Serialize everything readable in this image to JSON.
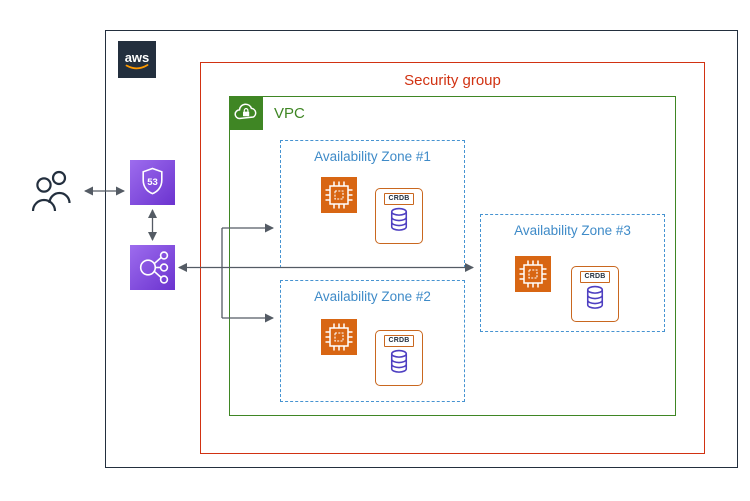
{
  "diagram": {
    "aws_logo": "aws",
    "security_group": {
      "label": "Security group",
      "color": "#d13212"
    },
    "vpc": {
      "label": "VPC",
      "color": "#3f8624",
      "icon": "cloud-lock-icon"
    },
    "availability_zones": [
      {
        "label": "Availability Zone #1",
        "instance": {
          "icon": "ec2-instance-icon",
          "db_icon": "database-cylinder-icon",
          "db_label": "CRDB"
        }
      },
      {
        "label": "Availability Zone #2",
        "instance": {
          "icon": "ec2-instance-icon",
          "db_icon": "database-cylinder-icon",
          "db_label": "CRDB"
        }
      },
      {
        "label": "Availability Zone #3",
        "instance": {
          "icon": "ec2-instance-icon",
          "db_icon": "database-cylinder-icon",
          "db_label": "CRDB"
        }
      }
    ],
    "route53": {
      "icon": "route53-shield-icon",
      "shield_text": "53"
    },
    "elb": {
      "icon": "load-balancer-icon"
    },
    "users": {
      "icon": "users-icon"
    },
    "connections": [
      {
        "from": "users",
        "to": "route53",
        "bidirectional": true
      },
      {
        "from": "route53",
        "to": "elb",
        "bidirectional": true
      },
      {
        "from": "elb",
        "to": "availability-zone-1",
        "bidirectional": false
      },
      {
        "from": "elb",
        "to": "availability-zone-2",
        "bidirectional": false
      },
      {
        "from": "elb",
        "to": "availability-zone-3",
        "bidirectional": true
      }
    ],
    "colors": {
      "security_group_red": "#d13212",
      "vpc_green": "#3f8624",
      "az_blue": "#4693d1",
      "compute_orange": "#d86613",
      "crdb_border_orange": "#c9671f",
      "db_purple": "#4e3fc1",
      "icon_purple_light": "#9d6cee",
      "icon_purple_dark": "#6b33cf",
      "arrow_gray": "#545b64",
      "aws_dark": "#232f3e",
      "aws_orange": "#ff9900"
    }
  }
}
